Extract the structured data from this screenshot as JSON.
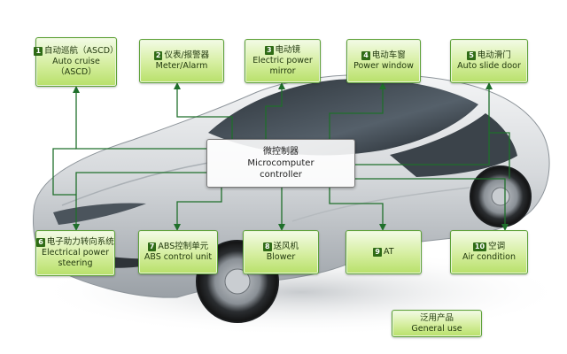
{
  "controller": {
    "zh": "微控制器",
    "en_lines": [
      "Microcomputer",
      "controller"
    ]
  },
  "modules": [
    {
      "id": "asc",
      "num": "1",
      "zh": "自动巡航（ASCD）",
      "en_lines": [
        "Auto cruise",
        "（ASCD）"
      ]
    },
    {
      "id": "meter",
      "num": "2",
      "zh": "仪表/报警器",
      "en_lines": [
        "Meter/Alarm"
      ]
    },
    {
      "id": "mirror",
      "num": "3",
      "zh": "电动镜",
      "en_lines": [
        "Electric power",
        "mirror"
      ]
    },
    {
      "id": "window",
      "num": "4",
      "zh": "电动车窗",
      "en_lines": [
        "Power  window"
      ]
    },
    {
      "id": "slide-door",
      "num": "5",
      "zh": "电动滑门",
      "en_lines": [
        "Auto  slide door"
      ]
    },
    {
      "id": "steering",
      "num": "6",
      "zh": "电子助力转向系统",
      "en_lines": [
        "Electrical power",
        "steering"
      ]
    },
    {
      "id": "abs",
      "num": "7",
      "zh": "ABS控制单元",
      "en_lines": [
        "ABS  control unit"
      ]
    },
    {
      "id": "blower",
      "num": "8",
      "zh": "送风机",
      "en_lines": [
        "Blower"
      ]
    },
    {
      "id": "at",
      "num": "9",
      "zh": "AT",
      "en_lines": []
    },
    {
      "id": "air",
      "num": "10",
      "zh": "空调",
      "en_lines": [
        "Air condition"
      ]
    }
  ],
  "legend": {
    "zh": "泛用产品",
    "en": "General use"
  },
  "colors": {
    "box_border": "#5fa23a",
    "box_fill": "#d5ee9f",
    "number_badge": "#2f6b16",
    "wire": "#1f6f2b",
    "controller_border": "#7b7b7b",
    "car_body": "#d9dcdf"
  }
}
